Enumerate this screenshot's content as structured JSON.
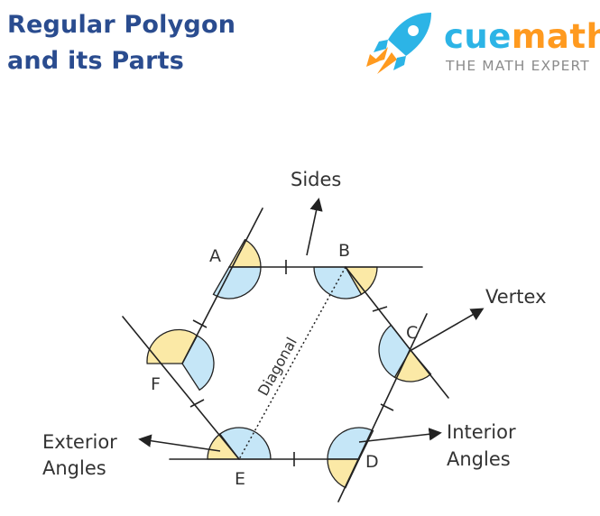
{
  "title": {
    "line1": "Regular Polygon",
    "line2": "and its Parts"
  },
  "brand": {
    "name_part1": "cue",
    "name_part2": "math",
    "tagline": "THE MATH EXPERT",
    "logo_icon": "rocket-icon",
    "color_primary": "#2cb4e6",
    "color_accent": "#ff9a1f"
  },
  "diagram": {
    "vertices": {
      "a": "A",
      "b": "B",
      "c": "C",
      "d": "D",
      "e": "E",
      "f": "F"
    },
    "labels": {
      "sides": "Sides",
      "vertex": "Vertex",
      "diagonal": "Diagonal",
      "exterior_line1": "Exterior",
      "exterior_line2": "Angles",
      "interior_line1": "Interior",
      "interior_line2": "Angles"
    },
    "colors": {
      "interior_angle": "#c5e6f7",
      "exterior_angle": "#fbe9a6",
      "stroke": "#222222"
    }
  }
}
